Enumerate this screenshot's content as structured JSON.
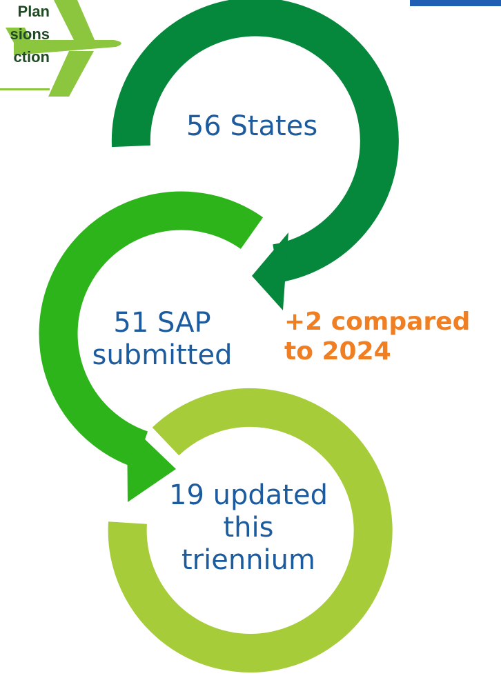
{
  "logo": {
    "icon": "airplane-icon",
    "lines": [
      "Plan",
      "sions",
      "ction"
    ]
  },
  "steps": [
    {
      "text_lines": [
        "56 States"
      ],
      "color": "#05873c"
    },
    {
      "text_lines": [
        "51 SAP",
        "submitted"
      ],
      "color": "#2db41a"
    },
    {
      "text_lines": [
        "19 updated",
        "this",
        "triennium"
      ],
      "color": "#a6cc3a"
    }
  ],
  "note": {
    "lines": [
      "+2 compared",
      "to 2024"
    ],
    "color": "#ef7f22"
  },
  "colors": {
    "text": "#1c5b9e",
    "top_bar": "#1f5fb3",
    "logo_plane": "#8cc63f",
    "logo_text": "#204a23"
  }
}
